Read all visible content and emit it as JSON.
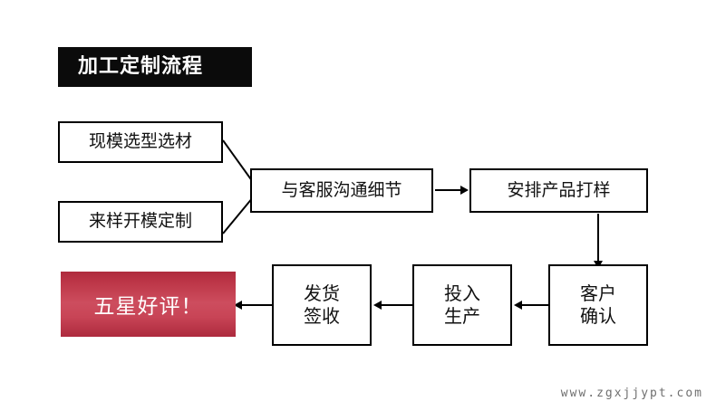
{
  "header": {
    "marker_icon": "triangle-down-icon",
    "title": "加工定制流程",
    "bar_color": "#0b0b0b",
    "marker_color": "#c74356"
  },
  "flow": {
    "nodes": [
      {
        "id": "mold-select",
        "label": "现模选型选材",
        "style": "outline"
      },
      {
        "id": "sample-mold",
        "label": "来样开模定制",
        "style": "outline"
      },
      {
        "id": "communicate",
        "label": "与客服沟通细节",
        "style": "outline"
      },
      {
        "id": "arrange-sample",
        "label": "安排产品打样",
        "style": "outline"
      },
      {
        "id": "customer-confirm",
        "label": "客户\n确认",
        "style": "outline"
      },
      {
        "id": "production",
        "label": "投入\n生产",
        "style": "outline"
      },
      {
        "id": "ship-sign",
        "label": "发货\n签收",
        "style": "outline"
      },
      {
        "id": "five-star",
        "label": "五星好评！",
        "style": "filled",
        "color": "#c74356"
      }
    ]
  },
  "watermark": {
    "text": "www.zgxjjypt.com"
  }
}
